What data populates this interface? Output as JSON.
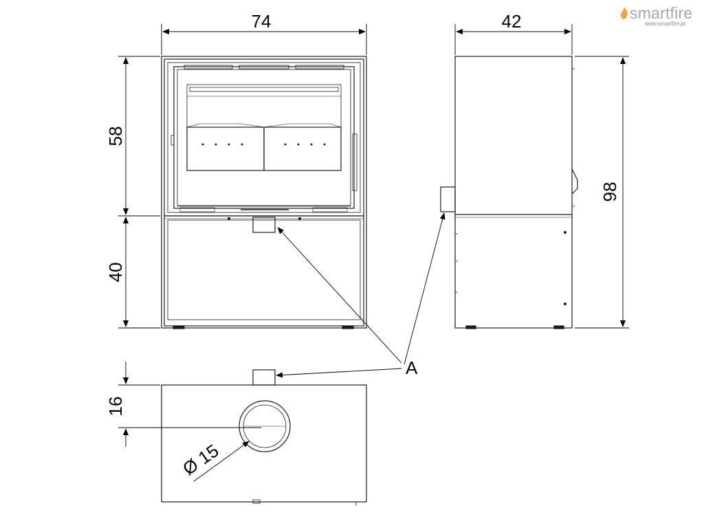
{
  "logo": {
    "word": "smartfire",
    "url": "www.smartfire.pt",
    "flame_color": "#f2a33a"
  },
  "dimensions": {
    "width": "74",
    "depth": "42",
    "total_height": "98",
    "upper_height": "58",
    "lower_height": "40",
    "flue_offset": "16",
    "flue_diameter": "Ø 15"
  },
  "callout": {
    "label": "A"
  },
  "colors": {
    "line": "#1a1a1a",
    "dim_line": "#000000"
  }
}
